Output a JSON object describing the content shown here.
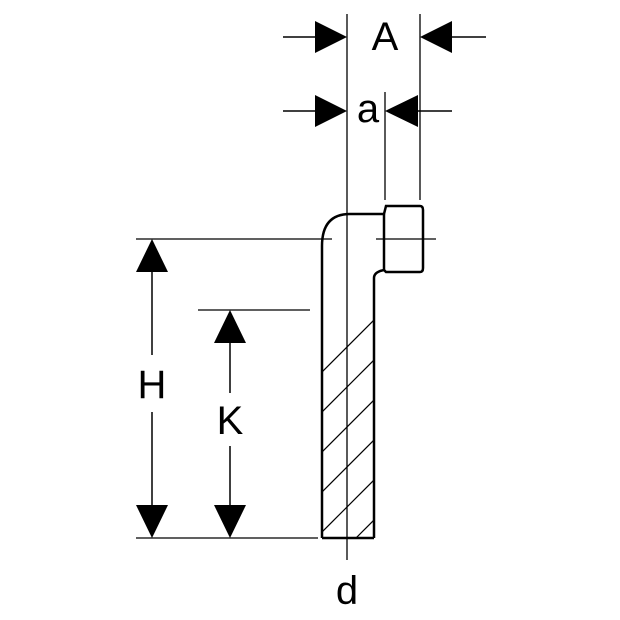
{
  "labels": {
    "A": "A",
    "a": "a",
    "H": "H",
    "K": "K",
    "d": "d"
  },
  "colors": {
    "line": "#000000",
    "background": "#ffffff"
  }
}
